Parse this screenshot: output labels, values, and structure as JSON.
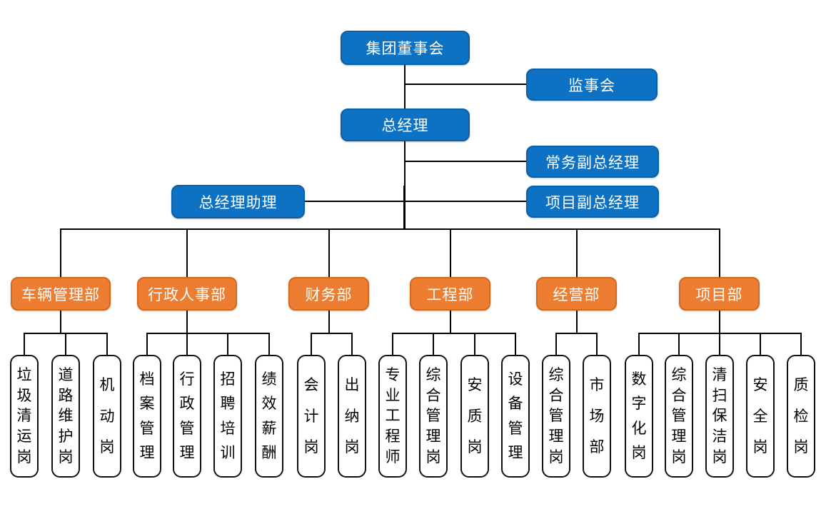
{
  "org": {
    "board": "集团董事会",
    "supervisory": "监事会",
    "gm": "总经理",
    "exec_deputy_gm": "常务副总经理",
    "project_deputy_gm": "项目副总经理",
    "gm_assistant": "总经理助理",
    "departments": [
      {
        "label": "车辆管理部",
        "children": [
          "垃圾清运岗",
          "道路维护岗",
          "机动岗"
        ]
      },
      {
        "label": "行政人事部",
        "children": [
          "档案管理",
          "行政管理",
          "招聘培训",
          "绩效薪酬"
        ]
      },
      {
        "label": "财务部",
        "children": [
          "会计岗",
          "出纳岗"
        ]
      },
      {
        "label": "工程部",
        "children": [
          "专业工程师",
          "综合管理岗",
          "安质岗",
          "设备管理"
        ]
      },
      {
        "label": "经营部",
        "children": [
          "综合管理岗",
          "市场部"
        ]
      },
      {
        "label": "项目部",
        "children": [
          "数字化岗",
          "综合管理岗",
          "清扫保洁岗",
          "安全岗",
          "质检岗"
        ]
      }
    ]
  },
  "colors": {
    "executive_fill": "#0e72c4",
    "department_fill": "#ed7d31",
    "leaf_fill": "#ffffff",
    "leaf_border": "#111111",
    "connector": "#000000"
  }
}
